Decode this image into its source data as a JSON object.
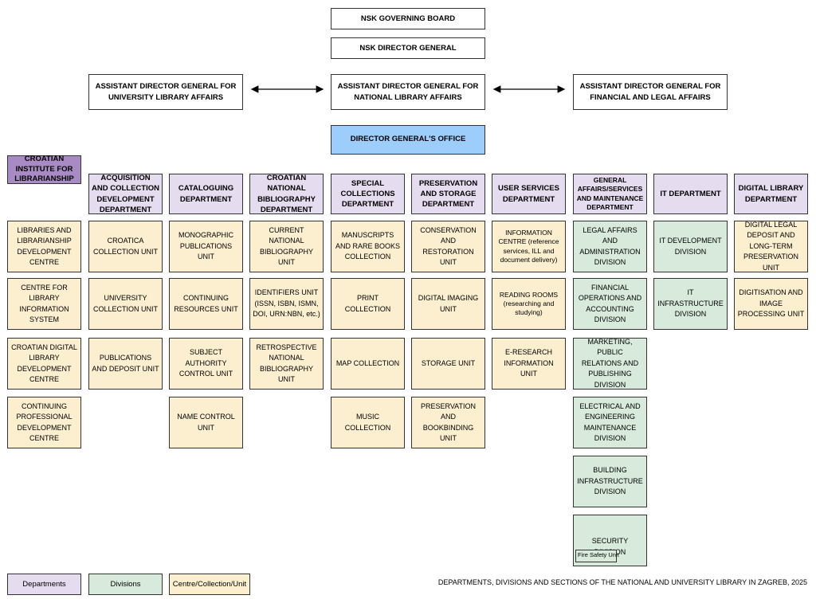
{
  "leadership": {
    "board": "NSK  GOVERNING BOARD",
    "director": "NSK DIRECTOR GENERAL",
    "assistant_university": "ASSISTANT DIRECTOR GENERAL FOR UNIVERSITY LIBRARY AFFAIRS",
    "assistant_national": "ASSISTANT DIRECTOR GENERAL FOR NATIONAL LIBRARY AFFAIRS",
    "assistant_financial": "ASSISTANT DIRECTOR GENERAL FOR FINANCIAL AND LEGAL AFFAIRS",
    "office": "DIRECTOR GENERAL'S OFFICE"
  },
  "institute": "CROATIAN INSTITUTE FOR LIBRARIANSHIP",
  "institute_units": [
    "LIBRARIES AND LIBRARIANSHIP DEVELOPMENT CENTRE",
    "CENTRE FOR LIBRARY INFORMATION SYSTEM",
    "CROATIAN DIGITAL LIBRARY DEVELOPMENT CENTRE",
    "CONTINUING PROFESSIONAL DEVELOPMENT CENTRE"
  ],
  "departments": [
    {
      "name": "ACQUISITION AND COLLECTION DEVELOPMENT DEPARTMENT",
      "units": [
        "CROATICA COLLECTION UNIT",
        "UNIVERSITY COLLECTION UNIT",
        "PUBLICATIONS AND DEPOSIT UNIT"
      ]
    },
    {
      "name": "CATALOGUING DEPARTMENT",
      "units": [
        "MONOGRAPHIC PUBLICATIONS UNIT",
        "CONTINUING RESOURCES UNIT",
        "SUBJECT AUTHORITY CONTROL UNIT",
        "NAME CONTROL UNIT"
      ]
    },
    {
      "name": "CROATIAN NATIONAL BIBLIOGRAPHY DEPARTMENT",
      "units": [
        "CURRENT NATIONAL BIBLIOGRAPHY UNIT",
        "IDENTIFIERS UNIT (ISSN, ISBN, ISMN, DOI, URN:NBN, etc.)",
        "RETROSPECTIVE NATIONAL BIBLIOGRAPHY UNIT"
      ]
    },
    {
      "name": "SPECIAL COLLECTIONS DEPARTMENT",
      "units": [
        "MANUSCRIPTS AND RARE BOOKS COLLECTION",
        "PRINT COLLECTION",
        "MAP COLLECTION",
        "MUSIC COLLECTION"
      ]
    },
    {
      "name": "PRESERVATION AND STORAGE DEPARTMENT",
      "units": [
        "CONSERVATION AND RESTORATION UNIT",
        "DIGITAL IMAGING UNIT",
        "STORAGE UNIT",
        "PRESERVATION AND BOOKBINDING UNIT"
      ]
    },
    {
      "name": "USER SERVICES DEPARTMENT",
      "units": [
        "INFORMATION CENTRE (reference services, ILL and document delivery)",
        "READING ROOMS (researching and studying)",
        "E-RESEARCH INFORMATION UNIT"
      ]
    },
    {
      "name": "GENERAL AFFAIRS/SERVICES AND MAINTENANCE DEPARTMENT",
      "divisions": [
        "LEGAL AFFAIRS AND ADMINISTRATION DIVISION",
        "FINANCIAL OPERATIONS AND ACCOUNTING DIVISION",
        "MARKETING, PUBLIC RELATIONS AND PUBLISHING DIVISION",
        "ELECTRICAL AND ENGINEERING MAINTENANCE DIVISION",
        "BUILDING INFRASTRUCTURE DIVISION",
        "SECURITY DIVISION"
      ],
      "sub_unit": "Fire Safety Unit"
    },
    {
      "name": "IT DEPARTMENT",
      "divisions": [
        "IT DEVELOPMENT DIVISION",
        "IT INFRASTRUCTURE DIVISION"
      ]
    },
    {
      "name": "DIGITAL LIBRARY DEPARTMENT",
      "units": [
        "DIGITAL LEGAL DEPOSIT AND LONG-TERM PRESERVATION UNIT",
        "DIGITISATION AND IMAGE PROCESSING UNIT"
      ]
    }
  ],
  "legend": {
    "departments": "Departments",
    "divisions": "Divisions",
    "units": "Centre/Collection/Unit"
  },
  "footer": "DEPARTMENTS, DIVISIONS AND SECTIONS OF THE NATIONAL AND UNIVERSITY LIBRARY IN ZAGREB, 2025",
  "colors": {
    "department": "#e6dcef",
    "institute": "#a88bc4",
    "division": "#d7eadb",
    "unit": "#fcefd0",
    "office": "#9dcdfb"
  }
}
